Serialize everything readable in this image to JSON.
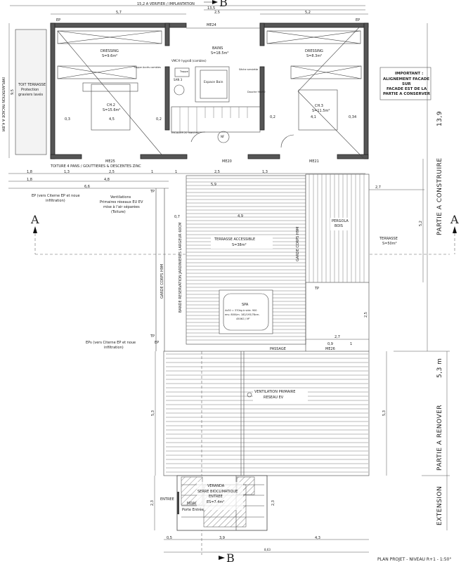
{
  "title": "PLAN PROJET - NIVEAU R+1 - 1:50°",
  "top_dimension": "15,2 A VERIFIER / IMPLANTATION",
  "section_marks": {
    "a": "A",
    "b": "B"
  },
  "rooms": {
    "dressing_left": {
      "name": "DRESSING",
      "area": "S=9.6m²"
    },
    "ch2": {
      "name": "CH.2",
      "area": "S=15.6m²"
    },
    "bains": {
      "name": "BAINS",
      "area": "S=18.5m²"
    },
    "vmc": "VMC® hygroB (combles)",
    "trappe_acces": "Trappe Accès combles",
    "trappe": "Trappe",
    "salle_bain": "SAN 3",
    "espace_bain": "Espace Bain",
    "seche_serviette": "Sèche serviette",
    "douche": "Douche 90x90",
    "dressing_right": {
      "name": "DRESSING",
      "area": "S=8.3m²"
    },
    "ch3": {
      "name": "CH.3",
      "area": "S=11.5m²"
    },
    "escalier": "ESCALIER 20 marches",
    "nf": "NF"
  },
  "toit_terrasse": [
    "TOIT TERRASSE",
    "Protection",
    "graviers lavés"
  ],
  "implantation": "IMPLANTATION FACADE A 4,8M",
  "toiture": "TOITURE 4 PANS / GOUTTIERES & DESCENTES ZINC",
  "important_note": [
    "IMPORTANT :",
    "ALIGNEMENT FACADE",
    "SUR",
    "FACADE EST DE LA",
    "PARTIE A CONSERVER"
  ],
  "ep_note_1": [
    "EP (vers Citerne EP et noue",
    "infiltration)"
  ],
  "ep_note_2": [
    "EPs (vers Citerne EP et noue",
    "infiltration)"
  ],
  "ventilations": [
    "Ventilations",
    "Primaires réseaux EU EV",
    "mise à l'air séparées",
    "(Toiture)"
  ],
  "terrasse_accessible": {
    "name": "TERRASSE ACCESSIBLE",
    "area": "S=38m²"
  },
  "garde_corps": "GARDE CORPS H9M",
  "bande_jardinieres": "BANDE RESERVATION JARDINIERES LARGEUR 60CM",
  "spa": [
    "SPA",
    "4x30 = 370kg à vide. 900",
    "env. 800l/m. 182/193/78cm.",
    "450KG / M²"
  ],
  "pergola": [
    "PERGOLA",
    "BOIS"
  ],
  "terrasse": {
    "name": "TERRASSE",
    "area": "S=50m²"
  },
  "passage": "PASSAGE",
  "ventilation_primaire": [
    "VENTILATION PRIMAIRE",
    "RESEAU EV"
  ],
  "veranda": [
    "VERANDA",
    "SERRE BIOCLIMATIQUE",
    "ENTREE",
    "ES=7.4m²"
  ],
  "entree": "ENTREE",
  "mdai": "MDAI",
  "porte_entree": "Porte Entrée",
  "zones": {
    "construire": "PARTIE  A  CONSTRUIRE",
    "construire_dim": "13,9",
    "renover": "PARTIE  A  RENOVER",
    "renover_dim": "5,3 m",
    "extension": "EXTENSION"
  },
  "labels": {
    "ep": "EP",
    "tp": "TP",
    "me24": "ME24",
    "me25": "ME25",
    "me20": "ME20",
    "me21": "ME21",
    "me26": "ME26"
  },
  "dims": {
    "top": [
      "13,5",
      "5,7",
      "2,5",
      "5,2"
    ],
    "row1": [
      "1,8",
      "1,3",
      "2,5",
      "1",
      "1",
      "2,5",
      "1,3"
    ],
    "row2": [
      "1,8",
      "4,8"
    ],
    "row3": "6,6",
    "left_h": "9,5",
    "ch2": [
      "0,3",
      "4,5",
      "0,2"
    ],
    "ch3": [
      "0,2",
      "4,1",
      "0,34"
    ],
    "terrace": [
      "5,9",
      "0,7",
      "4,9",
      "2,7",
      "5,2",
      "2,5",
      "2,7",
      "0,9",
      "1"
    ],
    "lower": [
      "5,3",
      "5,3"
    ],
    "bottom": [
      "0,5",
      "3,9",
      "4,3",
      "8,63"
    ],
    "ext": [
      "2,3",
      "2,3"
    ]
  }
}
